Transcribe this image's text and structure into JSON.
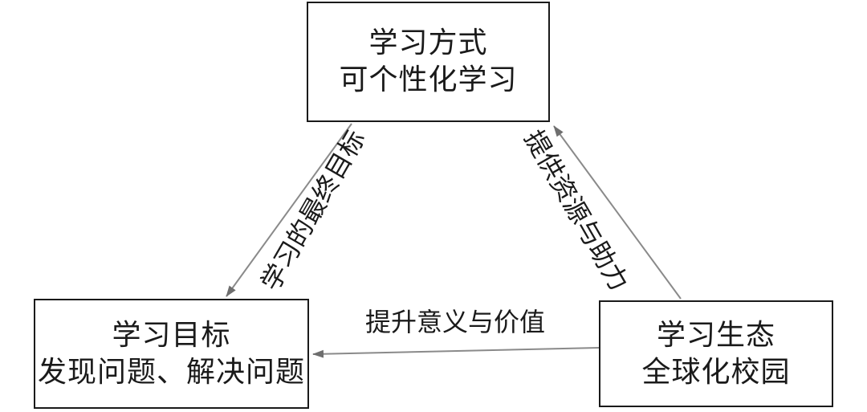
{
  "nodes": {
    "top": {
      "line1": "学习方式",
      "line2": "可个性化学习"
    },
    "left": {
      "line1": "学习目标",
      "line2": "发现问题、解决问题"
    },
    "right": {
      "line1": "学习生态",
      "line2": "全球化校园"
    }
  },
  "edges": {
    "top_to_left": {
      "label": "学习的最终目标"
    },
    "right_to_top": {
      "label": "提供资源与助力"
    },
    "right_to_left": {
      "label": "提升意义与价值"
    }
  },
  "colors": {
    "box_border": "#1a1a1a",
    "arrow": "#8a8a8a",
    "text": "#1a1a1a"
  }
}
